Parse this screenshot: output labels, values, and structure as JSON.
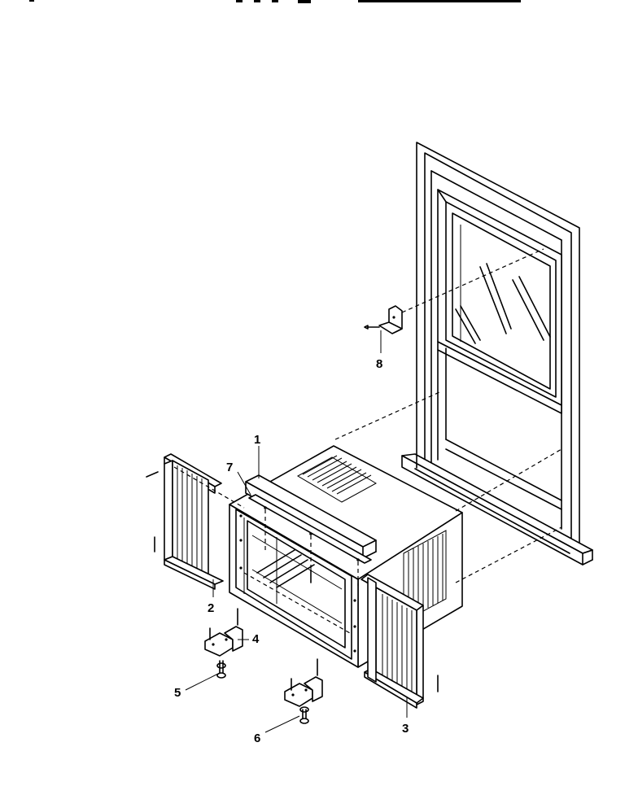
{
  "header": {
    "partial_text_left": "- - - -",
    "partial_text_right": ""
  },
  "callouts": [
    {
      "id": "1",
      "label": "1"
    },
    {
      "id": "2",
      "label": "2"
    },
    {
      "id": "3",
      "label": "3"
    },
    {
      "id": "4",
      "label": "4"
    },
    {
      "id": "5",
      "label": "5"
    },
    {
      "id": "6",
      "label": "6"
    },
    {
      "id": "7",
      "label": "7"
    },
    {
      "id": "8",
      "label": "8"
    }
  ]
}
